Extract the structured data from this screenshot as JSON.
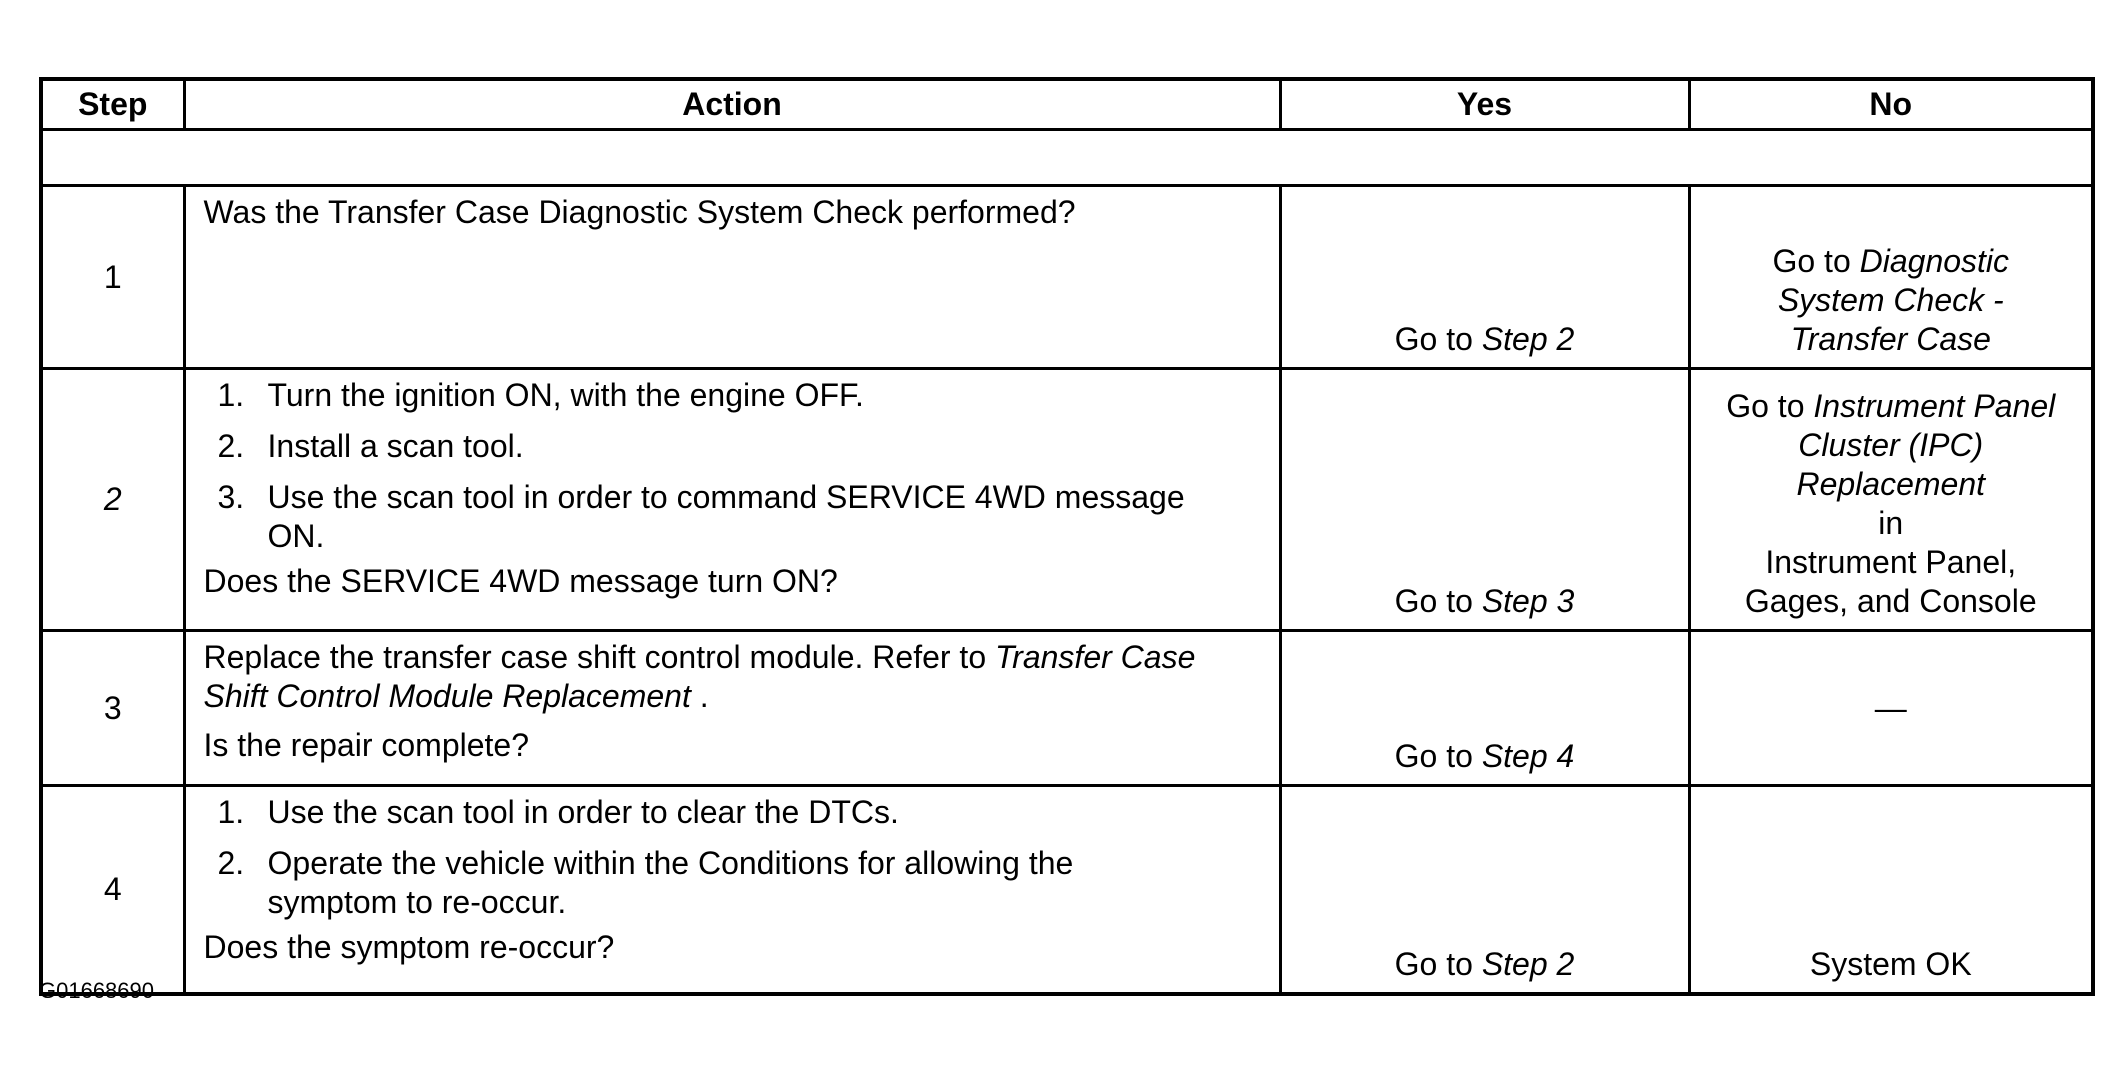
{
  "headers": {
    "step": "Step",
    "action": "Action",
    "yes": "Yes",
    "no": "No"
  },
  "rows": [
    {
      "step": "1",
      "question": "Was the Transfer Case Diagnostic System Check performed?",
      "yes_prefix": "Go to ",
      "yes_ref": "Step 2",
      "no_prefix": "Go to ",
      "no_ref": "Diagnostic System Check - Transfer Case"
    },
    {
      "step": "2",
      "items": [
        "Turn the ignition ON, with the engine OFF.",
        "Install a scan tool.",
        "Use the scan tool in order to command SERVICE 4WD message ON."
      ],
      "item_numbers": [
        "1.",
        "2.",
        "3."
      ],
      "question": "Does the SERVICE 4WD message turn ON?",
      "yes_prefix": "Go to ",
      "yes_ref": "Step 3",
      "no_prefix": "Go to ",
      "no_ref": "Instrument Panel Cluster (IPC) Replacement",
      "no_in": "in",
      "no_suffix": "Instrument Panel, Gages, and Console"
    },
    {
      "step": "3",
      "text_prefix": "Replace the transfer case shift control module. Refer to ",
      "text_ref": "Transfer Case Shift Control Module Replacement",
      "text_suffix": " .",
      "question": "Is the repair complete?",
      "yes_prefix": "Go to ",
      "yes_ref": "Step 4",
      "no_text": "—"
    },
    {
      "step": "4",
      "items": [
        "Use the scan tool in order to clear the DTCs.",
        "Operate the vehicle within the Conditions for allowing the symptom to re-occur."
      ],
      "item_numbers": [
        "1.",
        "2."
      ],
      "question": "Does the symptom re-occur?",
      "yes_prefix": "Go to ",
      "yes_ref": "Step 2",
      "no_text": "System OK"
    }
  ],
  "figure_id": "G01668690"
}
